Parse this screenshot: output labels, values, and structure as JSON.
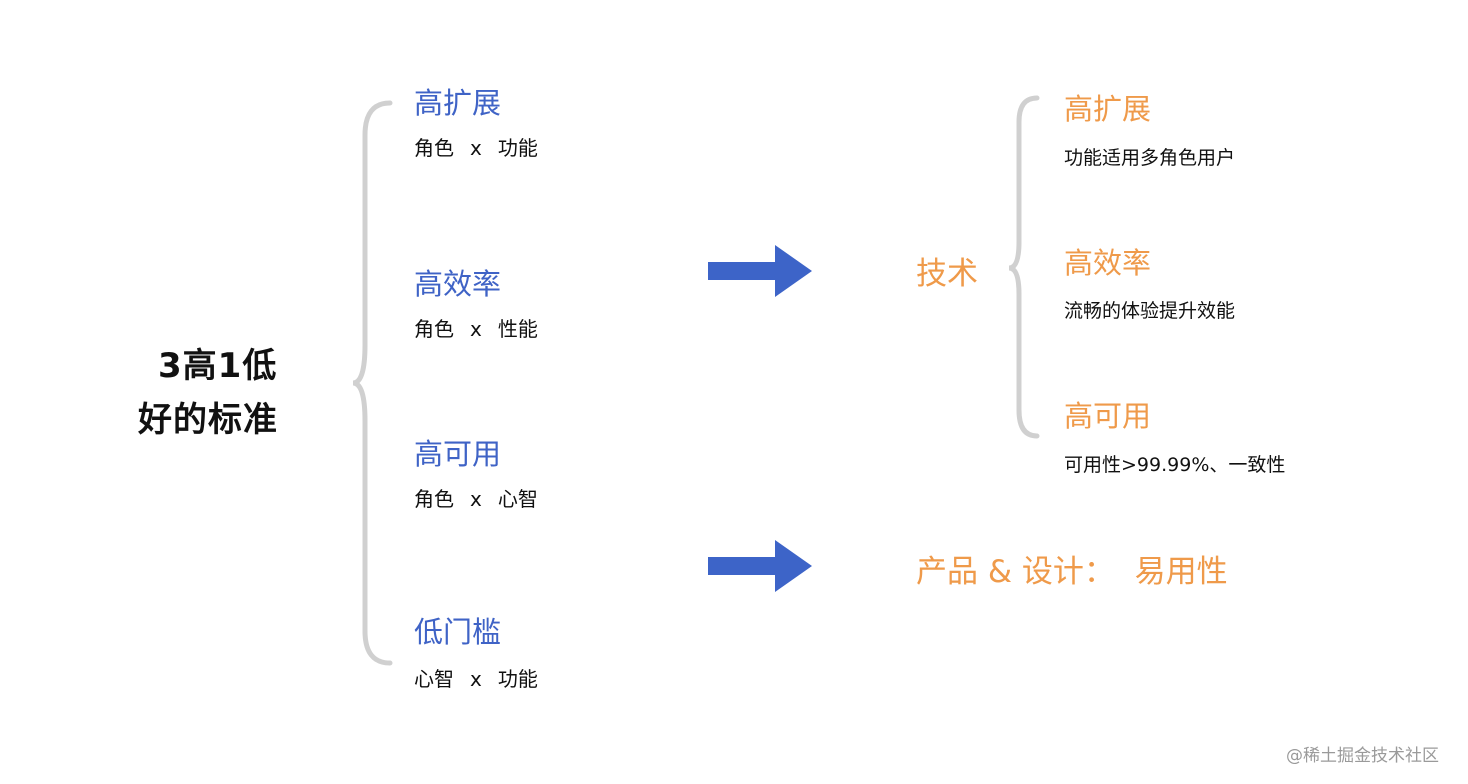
{
  "center": {
    "line1": "3高1低",
    "line2": "好的标准"
  },
  "standards": [
    {
      "title": "高扩展",
      "left": "角色",
      "op": "x",
      "right": "功能"
    },
    {
      "title": "高效率",
      "left": "角色",
      "op": "x",
      "right": "性能"
    },
    {
      "title": "高可用",
      "left": "角色",
      "op": "x",
      "right": "心智"
    },
    {
      "title": "低门槛",
      "left": "心智",
      "op": "x",
      "right": "功能"
    }
  ],
  "tech": {
    "label": "技术",
    "items": [
      {
        "title": "高扩展",
        "desc": "功能适用多角色用户"
      },
      {
        "title": "高效率",
        "desc": "流畅的体验提升效能"
      },
      {
        "title": "高可用",
        "desc": "可用性>99.99%、一致性"
      }
    ]
  },
  "product": {
    "label": "产品 & 设计：  易用性"
  },
  "watermark": "@稀土掘金技术社区",
  "colors": {
    "blue": "#3f63c6",
    "orange": "#ef9a4a",
    "arrow": "#3d64c8",
    "brace": "#d0d0d0"
  }
}
